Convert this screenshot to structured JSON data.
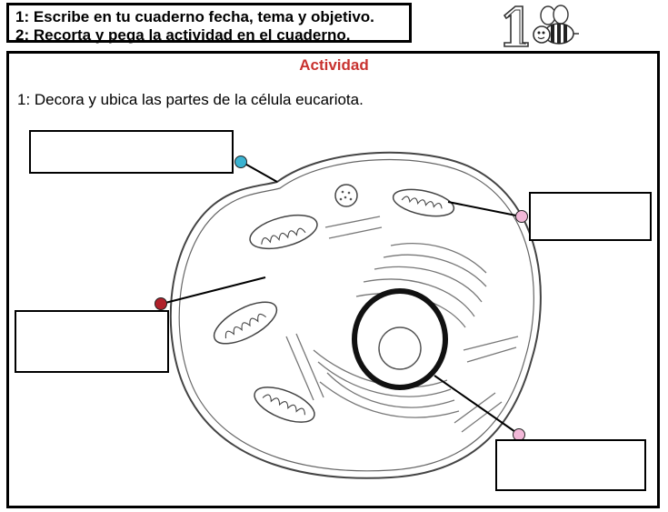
{
  "instructions": {
    "line1": "1: Escribe en tu cuaderno fecha, tema y objetivo.",
    "line2": "2: Recorta y pega la actividad en el cuaderno."
  },
  "activity": {
    "title": "Actividad",
    "task": "1: Decora y ubica las partes de la célula eucariota."
  },
  "label_boxes": [
    {
      "id": "top-left",
      "text": ""
    },
    {
      "id": "top-right",
      "text": ""
    },
    {
      "id": "mid-left",
      "text": ""
    },
    {
      "id": "bottom-right",
      "text": ""
    }
  ],
  "colors": {
    "title": "#c8322f",
    "dot_membrane": "#3bb3d1",
    "dot_mitochondria": "#f2b8d8",
    "dot_cytoplasm": "#b0202a",
    "dot_nucleus": "#f2b8d8"
  },
  "icons": [
    "number-one-icon",
    "bee-icon"
  ]
}
